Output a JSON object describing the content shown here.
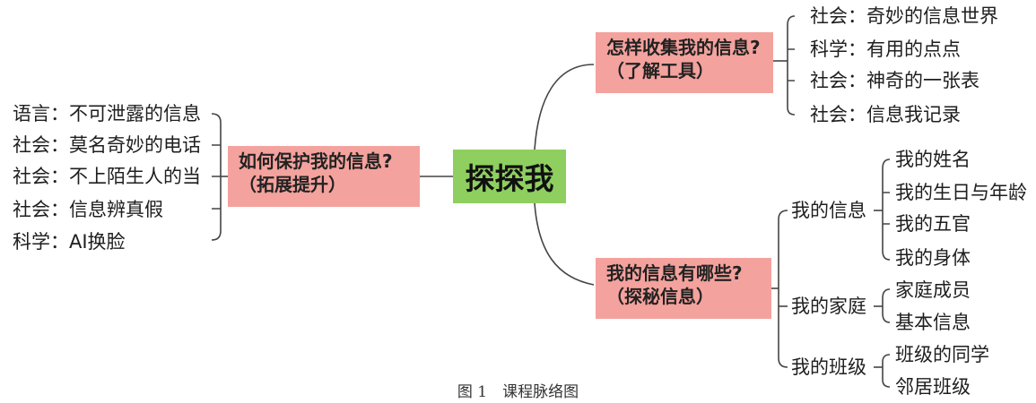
{
  "center": "探探我",
  "branches": {
    "collect": {
      "line1": "怎样收集我的信息?",
      "line2": "（了解工具）",
      "items": [
        "社会：奇妙的信息世界",
        "科学：有用的点点",
        "社会：神奇的一张表",
        "社会：信息我记录"
      ]
    },
    "protect": {
      "line1": "如何保护我的信息?",
      "line2": "（拓展提升）",
      "items": [
        "语言：不可泄露的信息",
        "社会：莫名奇妙的电话",
        "社会：不上陌生人的当",
        "社会：信息辨真假",
        "科学：AI换脸"
      ]
    },
    "which": {
      "line1": "我的信息有哪些?",
      "line2": "（探秘信息）",
      "groups": [
        {
          "label": "我的信息",
          "items": [
            "我的姓名",
            "我的生日与年龄",
            "我的五官",
            "我的身体"
          ]
        },
        {
          "label": "我的家庭",
          "items": [
            "家庭成员",
            "基本信息"
          ]
        },
        {
          "label": "我的班级",
          "items": [
            "班级的同学",
            "邻居班级"
          ]
        }
      ]
    }
  },
  "caption": "图 1　课程脉络图"
}
